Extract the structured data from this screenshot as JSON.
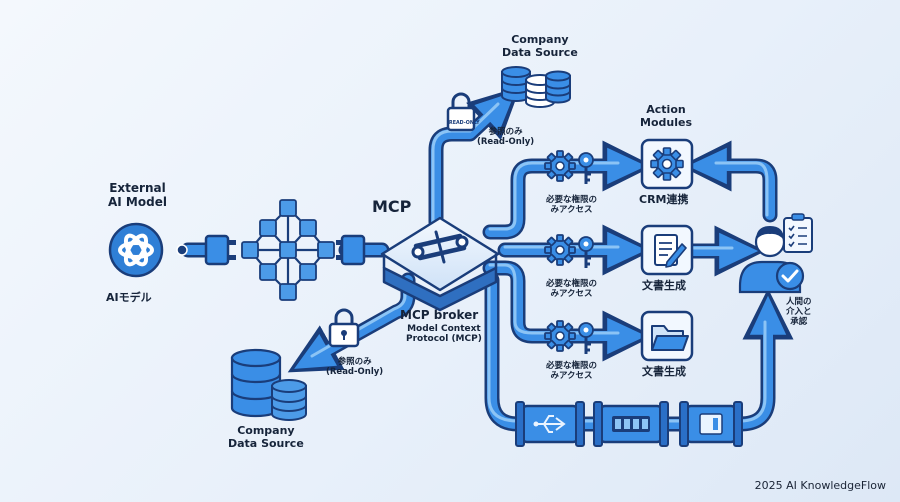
{
  "external_model": {
    "heading_line1": "External",
    "heading_line2": "AI Model",
    "caption": "AIモデル"
  },
  "mcp": {
    "title": "MCP",
    "broker_title": "MCP broker",
    "broker_sub_line1": "Model Context",
    "broker_sub_line2": "Protocol (MCP)"
  },
  "top_source": {
    "label_line1": "Company",
    "label_line2": "Data Source",
    "lock_badge": "READ-ONLY",
    "access_line1": "参照のみ",
    "access_line2": "(Read-Only)"
  },
  "bottom_source": {
    "label_line1": "Company",
    "label_line2": "Data Source",
    "access_line1": "参照のみ",
    "access_line2": "(Read-Only)"
  },
  "action_modules": {
    "heading_line1": "Action",
    "heading_line2": "Modules",
    "items": [
      {
        "access_line1": "必要な権限の",
        "access_line2": "みアクセス",
        "label": "CRM連携"
      },
      {
        "access_line1": "必要な権限の",
        "access_line2": "みアクセス",
        "label": "文書生成"
      },
      {
        "access_line1": "必要な権限の",
        "access_line2": "みアクセス",
        "label": "文書生成"
      }
    ]
  },
  "human": {
    "label_line1": "人間の",
    "label_line2": "介入と",
    "label_line3": "承認"
  },
  "footer": "2025 AI KnowledgeFlow",
  "colors": {
    "pipe_dark": "#1a3d7a",
    "pipe_fill": "#3a8ee6",
    "pipe_light": "#8cc4f5",
    "tile": "#e8f2fd",
    "ink": "#16243a"
  }
}
